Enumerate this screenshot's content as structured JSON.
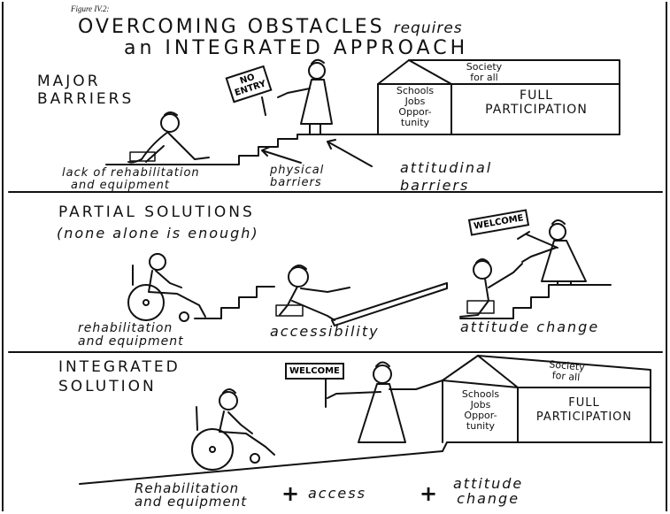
{
  "figure_label": "Figure IV.2:",
  "title": {
    "line1_a": "OVERCOMING OBSTACLES",
    "line1_b": "requires",
    "line2": "an INTEGRATED APPROACH"
  },
  "panel1": {
    "heading_line1": "MAJOR",
    "heading_line2": "BARRIERS",
    "sign": {
      "line1": "NO",
      "line2": "ENTRY"
    },
    "house": {
      "roof_line1": "Society",
      "roof_line2": "for all",
      "left_lines": [
        "Schools",
        "–",
        "Jobs",
        "–",
        "Oppor-",
        "tunity"
      ],
      "right_line1": "FULL",
      "right_line2": "PARTICIPATION"
    },
    "labels": {
      "rehab_line1": "lack of rehabilitation",
      "rehab_line2": "and equipment",
      "physical_line1": "physical",
      "physical_line2": "barriers",
      "attitudinal_line1": "attitudinal",
      "attitudinal_line2": "barriers"
    }
  },
  "panel2": {
    "heading_line1": "PARTIAL SOLUTIONS",
    "heading_line2": "(none alone is enough)",
    "sign": "WELCOME",
    "labels": {
      "rehab_line1": "rehabilitation",
      "rehab_line2": "and equipment",
      "access": "accessibility",
      "attitude": "attitude change"
    }
  },
  "panel3": {
    "heading_line1": "INTEGRATED",
    "heading_line2": "SOLUTION",
    "sign": "WELCOME",
    "house": {
      "roof_line1": "Society",
      "roof_line2": "for all",
      "left_lines": [
        "Schools",
        "–",
        "Jobs",
        "–",
        "Oppor-",
        "tunity"
      ],
      "right_line1": "FULL",
      "right_line2": "PARTICIPATION"
    },
    "formula": {
      "rehab_line1": "Rehabilitation",
      "rehab_line2": "and equipment",
      "plus1": "+",
      "access": "access",
      "plus2": "+",
      "attitude_line1": "attitude",
      "attitude_line2": "change"
    }
  }
}
